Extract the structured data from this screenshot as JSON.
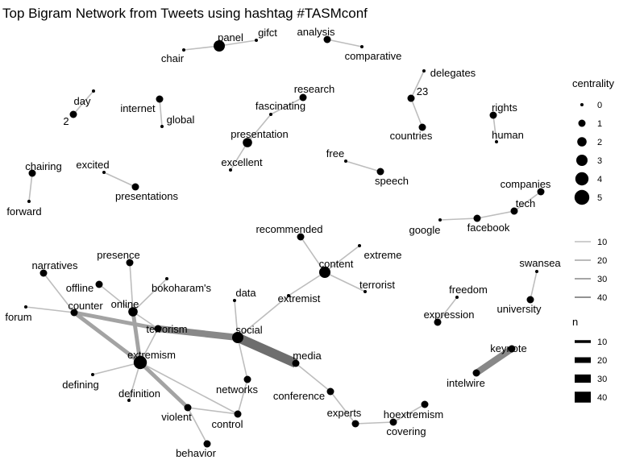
{
  "chart_data": {
    "type": "network",
    "title": "Top Bigram Network from Tweets using hashtag #TASMconf",
    "nodes": [
      {
        "id": "panel",
        "centrality": 3
      },
      {
        "id": "gifct",
        "centrality": 0
      },
      {
        "id": "chair",
        "centrality": 0
      },
      {
        "id": "analysis",
        "centrality": 1
      },
      {
        "id": "comparative",
        "centrality": 0
      },
      {
        "id": "delegates",
        "centrality": 0
      },
      {
        "id": "23",
        "centrality": 1
      },
      {
        "id": "countries",
        "centrality": 1
      },
      {
        "id": "day",
        "centrality": 0
      },
      {
        "id": "2",
        "centrality": 1
      },
      {
        "id": "internet",
        "centrality": 1
      },
      {
        "id": "global",
        "centrality": 0
      },
      {
        "id": "research",
        "centrality": 1
      },
      {
        "id": "fascinating",
        "centrality": 0
      },
      {
        "id": "presentation",
        "centrality": 2
      },
      {
        "id": "excellent",
        "centrality": 0
      },
      {
        "id": "rights",
        "centrality": 1
      },
      {
        "id": "human",
        "centrality": 0
      },
      {
        "id": "chairing",
        "centrality": 1
      },
      {
        "id": "forward",
        "centrality": 0
      },
      {
        "id": "excited",
        "centrality": 0
      },
      {
        "id": "presentations",
        "centrality": 1
      },
      {
        "id": "free",
        "centrality": 0
      },
      {
        "id": "speech",
        "centrality": 1
      },
      {
        "id": "companies",
        "centrality": 1
      },
      {
        "id": "tech",
        "centrality": 1
      },
      {
        "id": "facebook",
        "centrality": 1
      },
      {
        "id": "google",
        "centrality": 0
      },
      {
        "id": "recommended",
        "centrality": 1
      },
      {
        "id": "content",
        "centrality": 3
      },
      {
        "id": "extreme",
        "centrality": 0
      },
      {
        "id": "terrorist",
        "centrality": 0
      },
      {
        "id": "extremist",
        "centrality": 0
      },
      {
        "id": "data",
        "centrality": 0
      },
      {
        "id": "social",
        "centrality": 3
      },
      {
        "id": "media",
        "centrality": 1
      },
      {
        "id": "conference",
        "centrality": 1
      },
      {
        "id": "networks",
        "centrality": 1
      },
      {
        "id": "control",
        "centrality": 1
      },
      {
        "id": "narratives",
        "centrality": 1
      },
      {
        "id": "presence",
        "centrality": 1
      },
      {
        "id": "offline",
        "centrality": 1
      },
      {
        "id": "online",
        "centrality": 2
      },
      {
        "id": "bokoharam's",
        "centrality": 0
      },
      {
        "id": "counter",
        "centrality": 1
      },
      {
        "id": "forum",
        "centrality": 0
      },
      {
        "id": "terrorism",
        "centrality": 1
      },
      {
        "id": "extremism",
        "centrality": 4
      },
      {
        "id": "defining",
        "centrality": 0
      },
      {
        "id": "definition",
        "centrality": 0
      },
      {
        "id": "violent",
        "centrality": 1
      },
      {
        "id": "behavior",
        "centrality": 1
      },
      {
        "id": "experts",
        "centrality": 1
      },
      {
        "id": "hoextremism",
        "centrality": 1
      },
      {
        "id": "covering",
        "centrality": 1
      },
      {
        "id": "swansea",
        "centrality": 0
      },
      {
        "id": "university",
        "centrality": 1
      },
      {
        "id": "freedom",
        "centrality": 0
      },
      {
        "id": "expression",
        "centrality": 1
      },
      {
        "id": "keynote",
        "centrality": 1
      },
      {
        "id": "intelwire",
        "centrality": 1
      }
    ],
    "edges": [
      {
        "from": "chair",
        "to": "panel",
        "n": 10
      },
      {
        "from": "panel",
        "to": "gifct",
        "n": 10
      },
      {
        "from": "analysis",
        "to": "comparative",
        "n": 10
      },
      {
        "from": "delegates",
        "to": "23",
        "n": 10
      },
      {
        "from": "23",
        "to": "countries",
        "n": 10
      },
      {
        "from": "day",
        "to": "2",
        "n": 10
      },
      {
        "from": "internet",
        "to": "global",
        "n": 10
      },
      {
        "from": "research",
        "to": "fascinating",
        "n": 10
      },
      {
        "from": "fascinating",
        "to": "presentation",
        "n": 10
      },
      {
        "from": "presentation",
        "to": "excellent",
        "n": 10
      },
      {
        "from": "rights",
        "to": "human",
        "n": 10
      },
      {
        "from": "chairing",
        "to": "forward",
        "n": 10
      },
      {
        "from": "excited",
        "to": "presentations",
        "n": 10
      },
      {
        "from": "free",
        "to": "speech",
        "n": 10
      },
      {
        "from": "companies",
        "to": "tech",
        "n": 10
      },
      {
        "from": "tech",
        "to": "facebook",
        "n": 10
      },
      {
        "from": "facebook",
        "to": "google",
        "n": 10
      },
      {
        "from": "recommended",
        "to": "content",
        "n": 10
      },
      {
        "from": "content",
        "to": "extreme",
        "n": 10
      },
      {
        "from": "content",
        "to": "terrorist",
        "n": 10
      },
      {
        "from": "extremist",
        "to": "content",
        "n": 10
      },
      {
        "from": "social",
        "to": "extremist",
        "n": 10
      },
      {
        "from": "data",
        "to": "social",
        "n": 10
      },
      {
        "from": "social",
        "to": "media",
        "n": 40
      },
      {
        "from": "terrorism",
        "to": "social",
        "n": 30
      },
      {
        "from": "social",
        "to": "networks",
        "n": 10
      },
      {
        "from": "media",
        "to": "conference",
        "n": 10
      },
      {
        "from": "conference",
        "to": "experts",
        "n": 10
      },
      {
        "from": "experts",
        "to": "covering",
        "n": 10
      },
      {
        "from": "hoextremism",
        "to": "covering",
        "n": 10
      },
      {
        "from": "networks",
        "to": "control",
        "n": 10
      },
      {
        "from": "narratives",
        "to": "counter",
        "n": 10
      },
      {
        "from": "forum",
        "to": "counter",
        "n": 10
      },
      {
        "from": "counter",
        "to": "terrorism",
        "n": 20
      },
      {
        "from": "counter",
        "to": "extremism",
        "n": 20
      },
      {
        "from": "presence",
        "to": "online",
        "n": 10
      },
      {
        "from": "offline",
        "to": "online",
        "n": 10
      },
      {
        "from": "bokoharam's",
        "to": "online",
        "n": 10
      },
      {
        "from": "online",
        "to": "extremism",
        "n": 20
      },
      {
        "from": "online",
        "to": "terrorism",
        "n": 10
      },
      {
        "from": "terrorism",
        "to": "extremism",
        "n": 10
      },
      {
        "from": "defining",
        "to": "extremism",
        "n": 10
      },
      {
        "from": "definition",
        "to": "extremism",
        "n": 10
      },
      {
        "from": "violent",
        "to": "extremism",
        "n": 20
      },
      {
        "from": "extremism",
        "to": "control",
        "n": 10
      },
      {
        "from": "violent",
        "to": "behavior",
        "n": 10
      },
      {
        "from": "violent",
        "to": "control",
        "n": 10
      },
      {
        "from": "swansea",
        "to": "university",
        "n": 10
      },
      {
        "from": "freedom",
        "to": "expression",
        "n": 10
      },
      {
        "from": "intelwire",
        "to": "keynote",
        "n": 30
      }
    ],
    "legend_edge_width": {
      "title": "",
      "breaks": [
        10,
        20,
        30,
        40
      ]
    },
    "legend_centrality": {
      "title": "centrality",
      "breaks": [
        0,
        1,
        2,
        3,
        4,
        5
      ]
    },
    "legend_n": {
      "title": "n",
      "breaks": [
        10,
        20,
        30,
        40
      ]
    },
    "legend_position": "right",
    "colors": {
      "node": "#000000",
      "edge_light": "#bdbdbd",
      "edge_dark": "#6e6e6e"
    }
  }
}
